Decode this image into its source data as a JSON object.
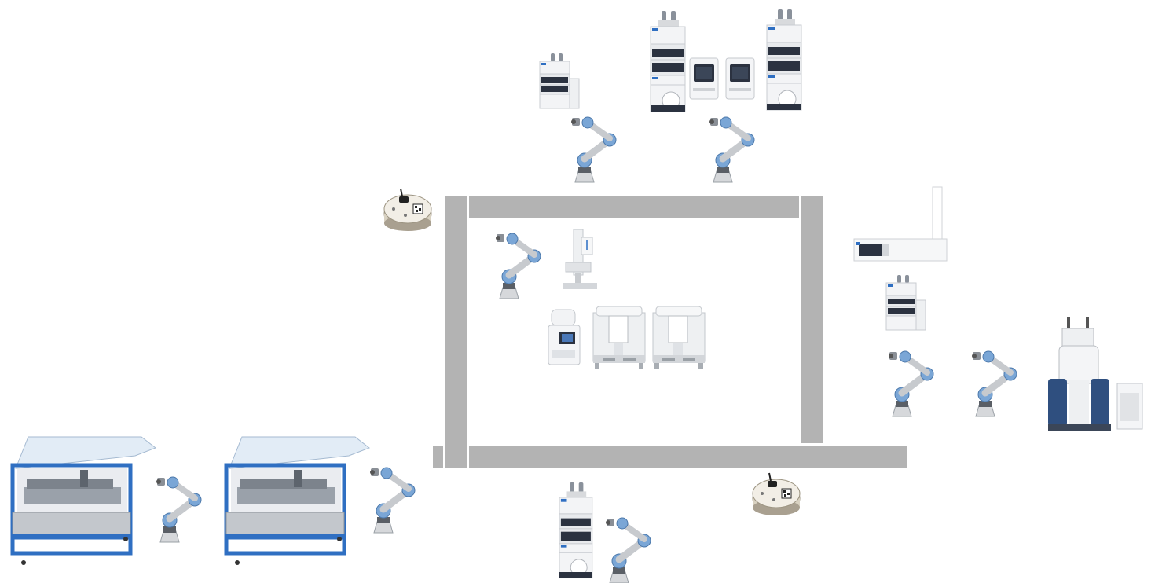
{
  "layout": {
    "walls": [
      "wall-top",
      "wall-left",
      "wall-right",
      "wall-bottom",
      "wall-bottom-stub"
    ],
    "colors": {
      "wall": "#b3b3b3",
      "robot_blue": "#7aa6d6",
      "robot_joint": "#8a8f96",
      "robot_base": "#d6d8db",
      "frame_blue": "#2f6fc2",
      "instrument_body": "#f1f2f4",
      "instrument_dark": "#2b3240",
      "steel": "#c3c7cc"
    }
  },
  "equipment": [
    {
      "kind": "mobile-robot",
      "icon": "mobile-robot-icon"
    },
    {
      "kind": "collaborative-robot-arm",
      "icon": "robot-arm-icon"
    },
    {
      "kind": "hplc-system",
      "icon": "hplc-stack-icon"
    },
    {
      "kind": "benchtop-module",
      "icon": "benchtop-module-icon"
    },
    {
      "kind": "liquid-handler",
      "icon": "liquid-handler-icon"
    },
    {
      "kind": "sample-processor",
      "icon": "sample-processor-icon"
    },
    {
      "kind": "dispensing-workstation",
      "icon": "dispensing-workstation-icon"
    },
    {
      "kind": "mass-spectrometer",
      "icon": "mass-spectrometer-icon"
    },
    {
      "kind": "nmr-spectrometer",
      "icon": "nmr-spectrometer-icon"
    },
    {
      "kind": "automated-synthesis-platform",
      "icon": "synthesis-platform-icon"
    }
  ]
}
